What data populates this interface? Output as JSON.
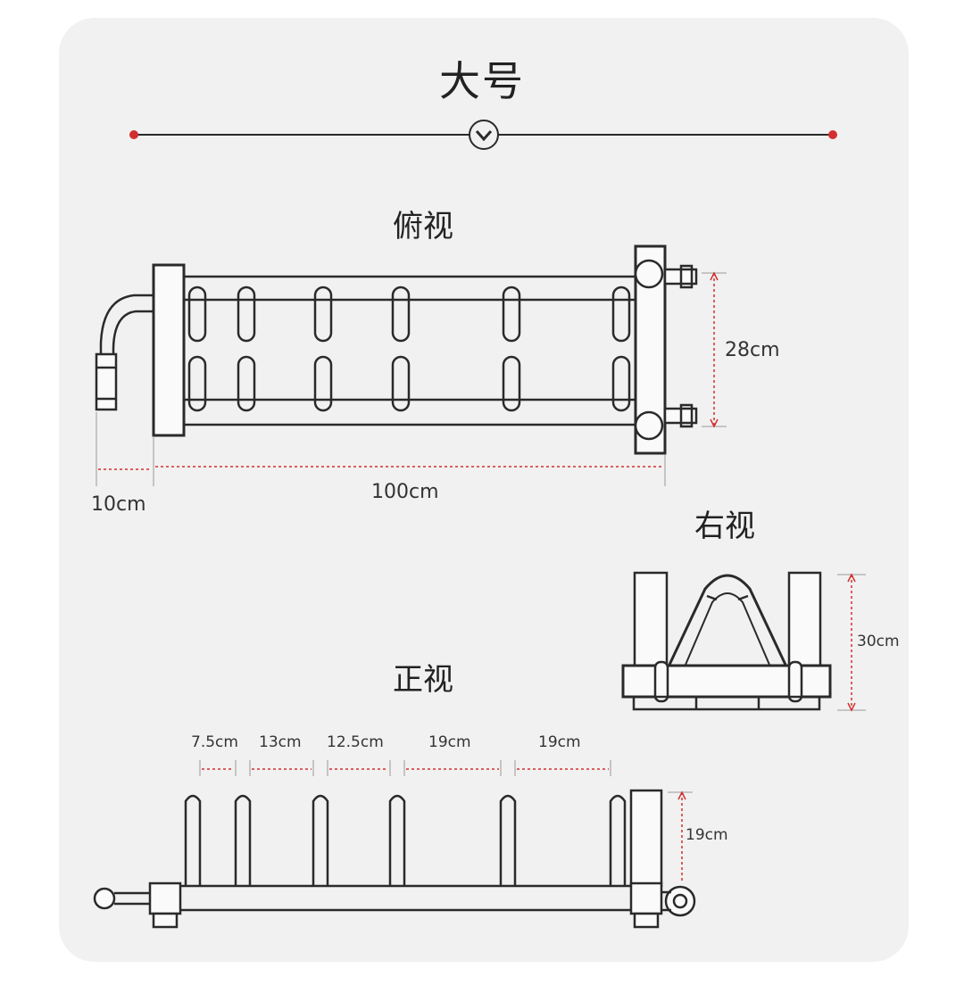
{
  "title": "大号",
  "views": {
    "top": {
      "label": "俯视",
      "width_dim": "28cm",
      "length_dim": "100cm",
      "handle_dim": "10cm"
    },
    "side": {
      "label": "右视",
      "height_dim": "30cm"
    },
    "front": {
      "label": "正视",
      "spacing_dims": [
        "7.5cm",
        "13cm",
        "12.5cm",
        "19cm",
        "19cm"
      ],
      "height_dim": "19cm"
    }
  },
  "colors": {
    "accent": "#d32f2f",
    "line": "#2a2a2a",
    "background": "#f1f1f1"
  },
  "icons": {
    "divider": "chevron-down-circle-icon"
  }
}
